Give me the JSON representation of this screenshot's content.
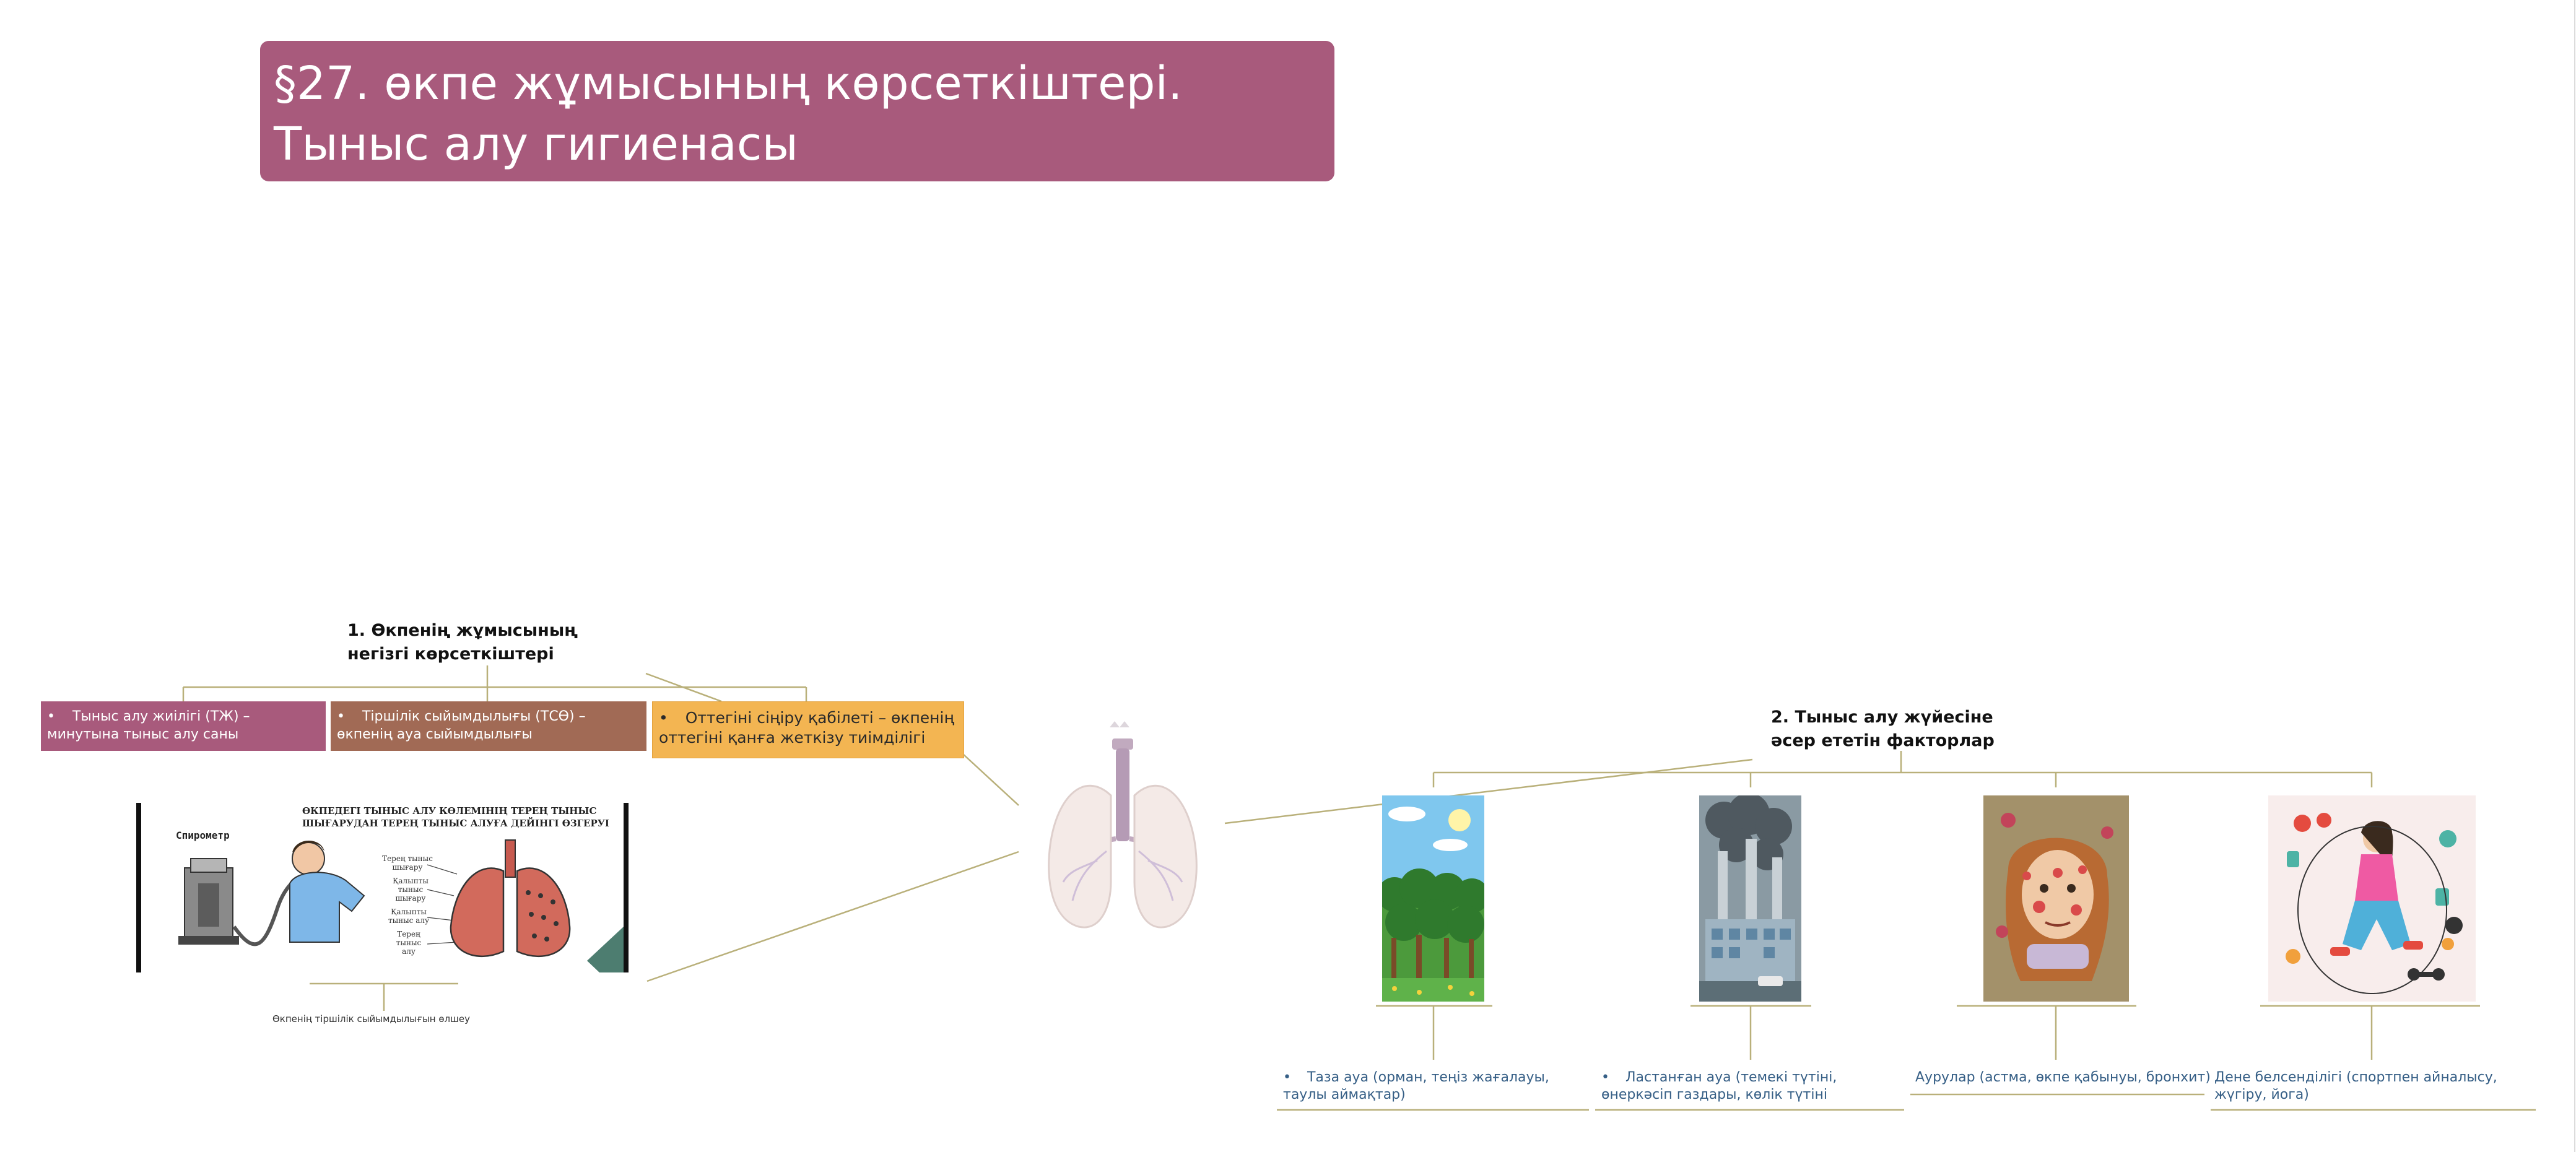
{
  "title": "§27. өкпе жұмысының көрсеткіштері. Тыныс алу гигиенасы",
  "section1": {
    "heading": "1. Өкпенің жұмысының негізгі көрсеткіштері",
    "items": [
      {
        "bullet": "•",
        "text": "Тыныс алу жиілігі (ТЖ) – минутына тыныс алу саны",
        "color": "#a85a7c"
      },
      {
        "bullet": "•",
        "text": "Тіршілік сыйымдылығы (ТСӨ) – өкпенің ауа сыйымдылығы",
        "color": "#a16a55"
      },
      {
        "bullet": "•",
        "text": "Оттегіні сіңіру қабілеті – өкпенің оттегіні қанға жеткізу тиімділігі",
        "color": "#f3b552"
      }
    ],
    "illustration": {
      "title_line1": "ӨКПЕДЕГІ ТЫНЫС АЛУ КӨЛЕМІНІҢ ТЕРЕҢ ТЫНЫС",
      "title_line2": "ШЫҒАРУДАН ТЕРЕҢ ТЫНЫС АЛУҒА ДЕЙІНГІ ӨЗГЕРУІ",
      "device_label": "Спирометр",
      "labels": [
        "Терең тыныс",
        "шығару",
        "Қалыпты",
        "тыныс",
        "шығару",
        "Қалыпты",
        "тыныс алу",
        "Терең",
        "тыныс",
        "алу"
      ],
      "caption": "Өкпенің тіршілік сыйымдылығын өлшеу"
    }
  },
  "section2": {
    "heading": "2. Тыныс алу жүйесіне әсер ететін факторлар",
    "factors": [
      {
        "bullet": "•",
        "text": "Таза ауа (орман, теңіз жағалауы, таулы аймақтар)",
        "icon": "forest-image"
      },
      {
        "bullet": "•",
        "text": "Ластанған ауа (темекі түтіні, өнеркәсіп газдары, көлік түтіні",
        "icon": "factory-smoke-image"
      },
      {
        "bullet": "",
        "text": "Аурулар (астма, өкпе қабынуы, бронхит)",
        "icon": "sick-person-image"
      },
      {
        "bullet": "",
        "text": "Дене белсенділігі (спортпен айналысу, жүгіру, йога)",
        "icon": "fitness-person-image"
      }
    ]
  },
  "colors": {
    "title_bg": "#a85a7c",
    "connector": "#b9b07a",
    "label_text": "#365f86"
  }
}
